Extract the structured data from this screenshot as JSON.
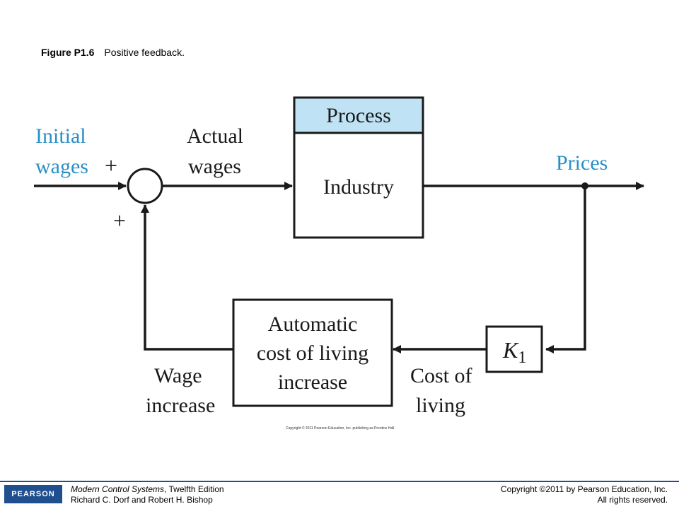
{
  "caption": {
    "label": "Figure P1.6",
    "text": "Positive feedback."
  },
  "diagram": {
    "input_label_line1": "Initial",
    "input_label_line2": "wages",
    "sum_plus_top": "+",
    "sum_plus_bottom": "+",
    "actual_label_line1": "Actual",
    "actual_label_line2": "wages",
    "process_header": "Process",
    "process_body": "Industry",
    "output_label": "Prices",
    "gain_symbol": "K",
    "gain_subscript": "1",
    "feedback_block_line1": "Automatic",
    "feedback_block_line2": "cost of living",
    "feedback_block_line3": "increase",
    "cost_label_line1": "Cost of",
    "cost_label_line2": "living",
    "wage_label_line1": "Wage",
    "wage_label_line2": "increase",
    "credit": "Copyright © 2011 Pearson Education, Inc. publishing as Prentice Hall"
  },
  "footer": {
    "logo": "PEARSON",
    "book_title": "Modern Control Systems",
    "book_edition": ", Twelfth Edition",
    "authors": "Richard C. Dorf and Robert H. Bishop",
    "copyright": "Copyright ©2011 by Pearson Education, Inc.",
    "rights": "All rights reserved."
  },
  "colors": {
    "accent_text": "#2a8fc7",
    "header_fill": "#bfe3f5",
    "line": "#1a1a1a",
    "brand": "#1f4f8f"
  }
}
